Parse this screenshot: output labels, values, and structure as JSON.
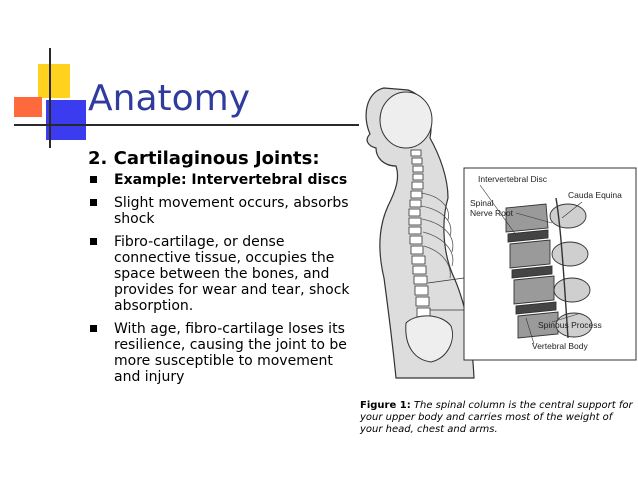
{
  "slide": {
    "title": "Anatomy",
    "subtitle": "2. Cartilaginous Joints:",
    "bullets": [
      "Example: Intervertebral discs",
      "Slight movement occurs, absorbs shock",
      "Fibro-cartilage, or dense connective tissue, occupies the space between the bones, and provides for wear and tear, shock absorption.",
      "With age, fibro-cartilage loses its resilience, causing the joint to be more susceptible to movement and injury"
    ]
  },
  "figure": {
    "labels": {
      "intervertebral_disc": "Intervertebral Disc",
      "cauda_equina": "Cauda Equina",
      "spinal_nerve_root_1": "Spinal",
      "spinal_nerve_root_2": "Nerve Root",
      "spinous_process": "Spinous Process",
      "vertebral_body": "Vertebral Body"
    },
    "caption_label": "Figure 1:",
    "caption_text": "The spinal column is the central support for your upper body and carries most of the weight of your head, chest and arms."
  },
  "colors": {
    "title": "#2f3c9e",
    "yellow": "#ffd21f",
    "red": "#ff6a3d",
    "blue": "#3b3bf0"
  }
}
